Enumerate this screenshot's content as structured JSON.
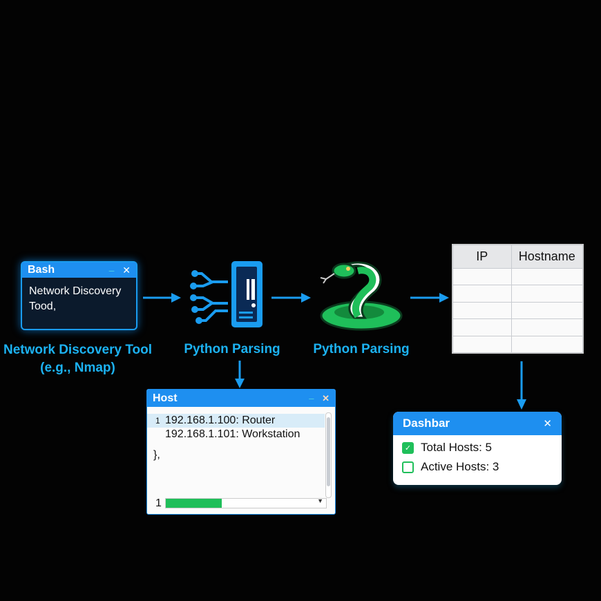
{
  "bash_window": {
    "title": "Bash",
    "minimize": "–",
    "close": "✕",
    "text_line1": "Network Discovery",
    "text_line2": "Tood,"
  },
  "labels": {
    "nmap_line1": "Network Discovery Tool",
    "nmap_line2": "(e.g., Nmap)",
    "parser": "Python Parsing",
    "python": "Python Parsing"
  },
  "table": {
    "columns": [
      "IP",
      "Hostname"
    ],
    "rows": [
      [
        "",
        ""
      ],
      [
        "",
        ""
      ],
      [
        "",
        ""
      ],
      [
        "",
        ""
      ],
      [
        "",
        ""
      ]
    ]
  },
  "host_window": {
    "title": "Host",
    "minimize": "–",
    "close": "✕",
    "line_number": "1",
    "lines": [
      "192.168.1.100: Router",
      "192.168.1.101: Workstation"
    ],
    "closing": "},",
    "footer_number": "1",
    "progress": 0.35
  },
  "dashboard": {
    "title": "Dashbar",
    "close": "✕",
    "items": [
      {
        "label": "Total Hosts: 5",
        "checked": true
      },
      {
        "label": "Active Hosts: 3",
        "checked": false
      }
    ]
  },
  "colors": {
    "accent": "#1e8ff0",
    "label": "#1cb2f2",
    "green": "#1fbf5a"
  }
}
